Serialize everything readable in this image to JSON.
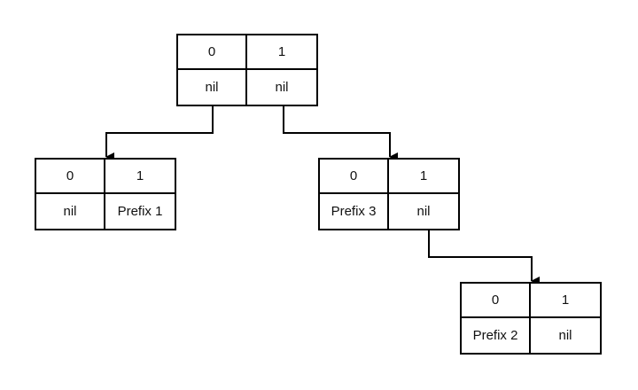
{
  "diagram": {
    "nodes": {
      "root": {
        "bit0": "0",
        "bit1": "1",
        "val0": "nil",
        "val1": "nil"
      },
      "left": {
        "bit0": "0",
        "bit1": "1",
        "val0": "nil",
        "val1": "Prefix 1"
      },
      "right": {
        "bit0": "0",
        "bit1": "1",
        "val0": "Prefix 3",
        "val1": "nil"
      },
      "bottom": {
        "bit0": "0",
        "bit1": "1",
        "val0": "Prefix 2",
        "val1": "nil"
      }
    },
    "edges": [
      {
        "from": "root",
        "slot": "0",
        "to": "left"
      },
      {
        "from": "root",
        "slot": "1",
        "to": "right"
      },
      {
        "from": "right",
        "slot": "1",
        "to": "bottom"
      }
    ],
    "colors": {
      "line": "#000000",
      "fill": "#ffffff",
      "text": "#111111"
    }
  }
}
